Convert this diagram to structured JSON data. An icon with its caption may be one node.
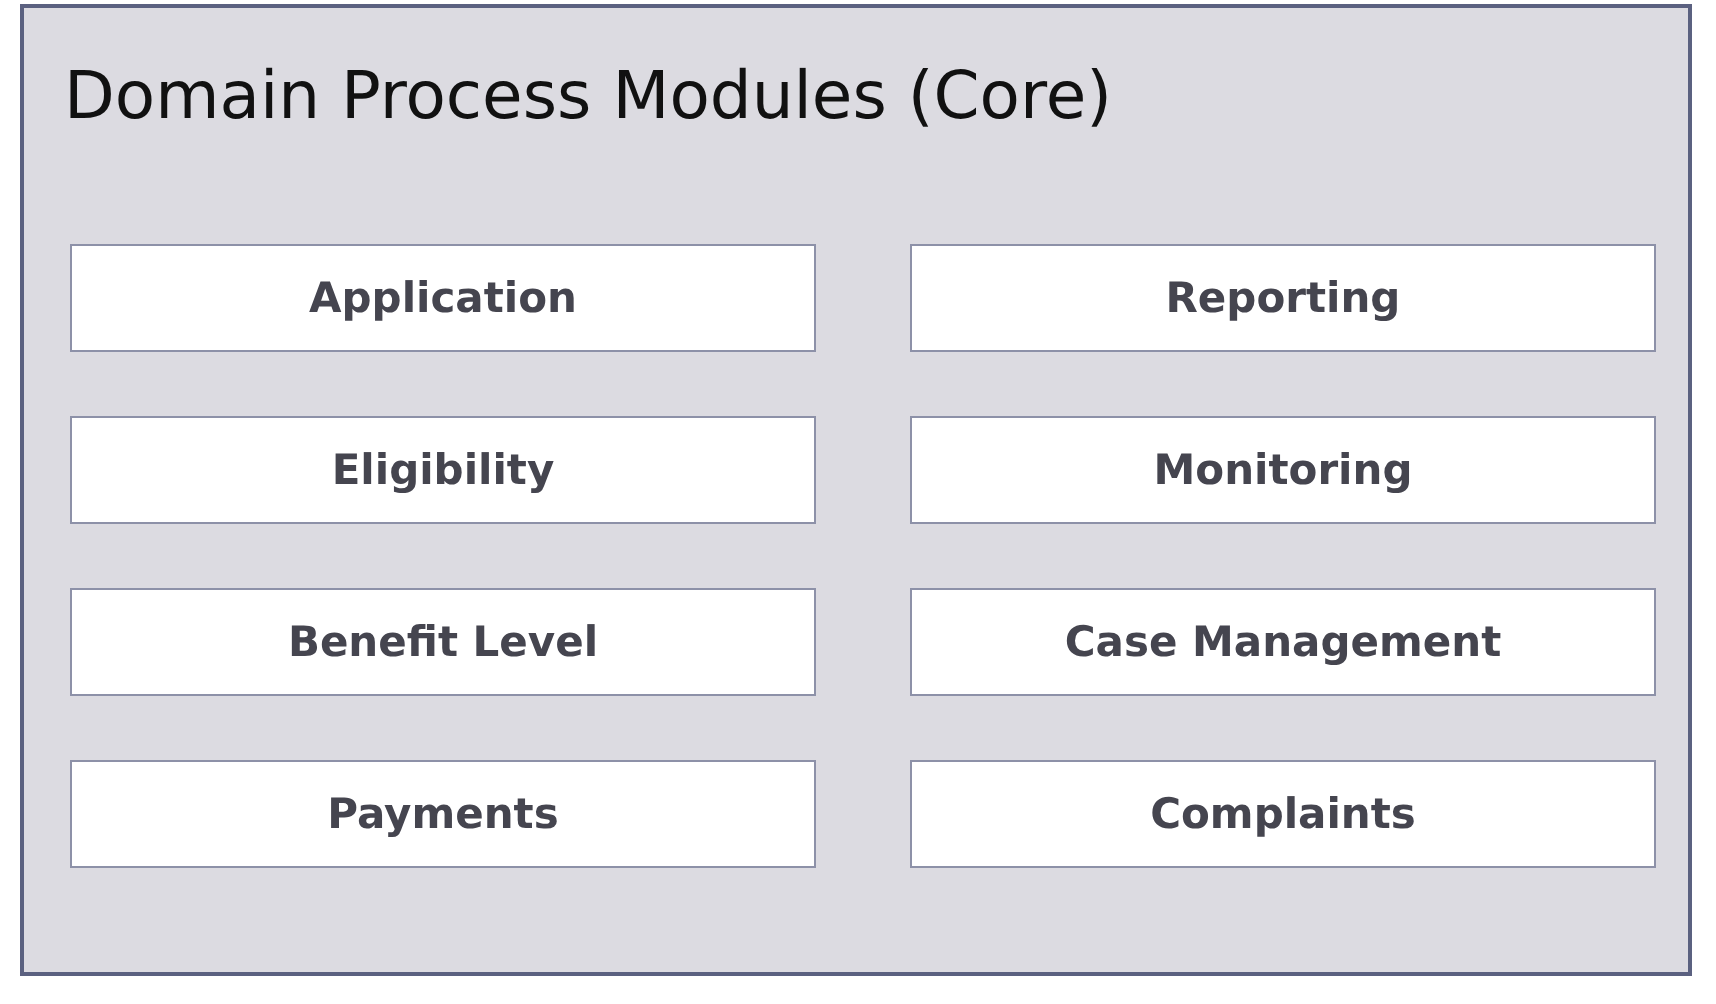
{
  "diagram": {
    "nodes": [
      {
        "text": [
          "Domain Process Modules (Core)"
        ]
      },
      {
        "text": [
          "Application"
        ],
        "in": 0
      },
      {
        "text": [
          "Reporting"
        ],
        "in": 0
      },
      {
        "text": [
          "Eligibility"
        ],
        "in": 0
      },
      {
        "text": [
          "Monitoring"
        ],
        "in": 0
      },
      {
        "text": [
          "Benefit Level"
        ],
        "in": 0
      },
      {
        "text": [
          "Case Management"
        ],
        "in": 0
      },
      {
        "text": [
          "Payments"
        ],
        "in": 0
      },
      {
        "text": [
          "Complaints"
        ],
        "in": 0
      }
    ]
  }
}
